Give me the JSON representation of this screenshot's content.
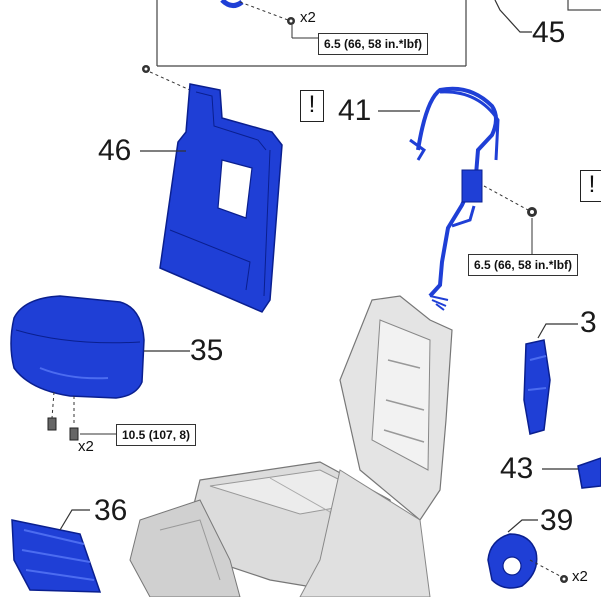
{
  "callouts": {
    "c45": "45",
    "c41": "41",
    "c46": "46",
    "c35": "35",
    "c36": "36",
    "c43": "43",
    "c39": "39",
    "c3": "3"
  },
  "torques": {
    "t1": "6.5 (66, 58 in.*lbf)",
    "t2": "6.5 (66, 58 in.*lbf)",
    "t3": "10.5 (107, 8)"
  },
  "quantities": {
    "q1": "x2",
    "q2": "x2",
    "q3": "x2"
  },
  "warnings": {
    "w1": "!",
    "w2": "!"
  },
  "colors": {
    "part_blue": "#1f3fd6",
    "part_blue_dark": "#0a1f8f",
    "frame_gray": "#d8d8d8",
    "line": "#333333"
  }
}
